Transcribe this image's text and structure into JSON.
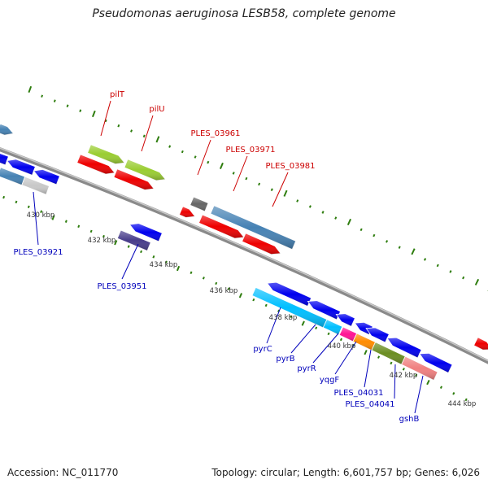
{
  "title": "Pseudomonas aeruginosa LESB58, complete genome",
  "accession": "Accession: NC_011770",
  "summary": "Topology: circular; Length: 6,601,757 bp; Genes: 6,026",
  "colors": {
    "backbone": "#8a8a8a",
    "tick": "#2e7d0e",
    "label_forward": "#cc0000",
    "label_reverse": "#0000bb",
    "kbp_label": "#333333"
  },
  "scale_labels": [
    "430 kbp",
    "432 kbp",
    "434 kbp",
    "436 kbp",
    "438 kbp",
    "440 kbp",
    "442 kbp",
    "444 kbp"
  ],
  "forward_genes": [
    {
      "name": "pilT",
      "color": "#9acd32"
    },
    {
      "name": "pilU",
      "color": "#9acd32"
    },
    {
      "name": "PLES_03961",
      "color": "#666666"
    },
    {
      "name": "PLES_03971",
      "color": "#4682b4"
    },
    {
      "name": "PLES_03981",
      "color": "#4682b4"
    }
  ],
  "reverse_genes": [
    {
      "name": "PLES_03921",
      "color": "#4682b4"
    },
    {
      "name": "PLES_03951",
      "color": "#483d8b"
    },
    {
      "name": "pyrC",
      "color": "#00bfff"
    },
    {
      "name": "pyrB",
      "color": "#00bfff"
    },
    {
      "name": "pyrR",
      "color": "#0000ee"
    },
    {
      "name": "yqgF",
      "color": "#ff1493"
    },
    {
      "name": "PLES_04031",
      "color": "#ff8c00"
    },
    {
      "name": "PLES_04041",
      "color": "#6b8e23"
    },
    {
      "name": "gshB",
      "color": "#f08080"
    }
  ]
}
